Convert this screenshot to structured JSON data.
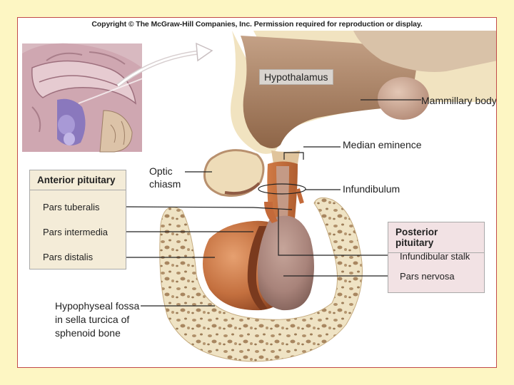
{
  "copyright": "Copyright © The McGraw-Hill Companies, Inc. Permission required for reproduction or display.",
  "labels": {
    "hypothalamus": "Hypothalamus",
    "mammillary_body": "Mammillary body",
    "median_eminence": "Median eminence",
    "optic_chiasm_line1": "Optic",
    "optic_chiasm_line2": "chiasm",
    "infundibulum": "Infundibulum",
    "fossa_line1": "Hypophyseal fossa",
    "fossa_line2": "in sella turcica of",
    "fossa_line3": "sphenoid bone"
  },
  "anterior_pituitary": {
    "title": "Anterior pituitary",
    "items": [
      "Pars tuberalis",
      "Pars intermedia",
      "Pars distalis"
    ]
  },
  "posterior_pituitary": {
    "title": "Posterior pituitary",
    "items": [
      "Infundibular stalk",
      "Pars nervosa"
    ]
  },
  "colors": {
    "page_bg": "#fdf6c3",
    "border": "#c24a4a",
    "anterior_box_bg": "#f4ecd8",
    "posterior_box_bg": "#f2e2e4",
    "bone": "#efe3c4",
    "hypothalamus_tissue": "#a47d60",
    "anterior_lobe": "#c6764a",
    "posterior_lobe": "#a98679",
    "brain": "#c49aa6"
  },
  "icons": [
    "brain-inset-image",
    "pointer-arrow-icon"
  ]
}
